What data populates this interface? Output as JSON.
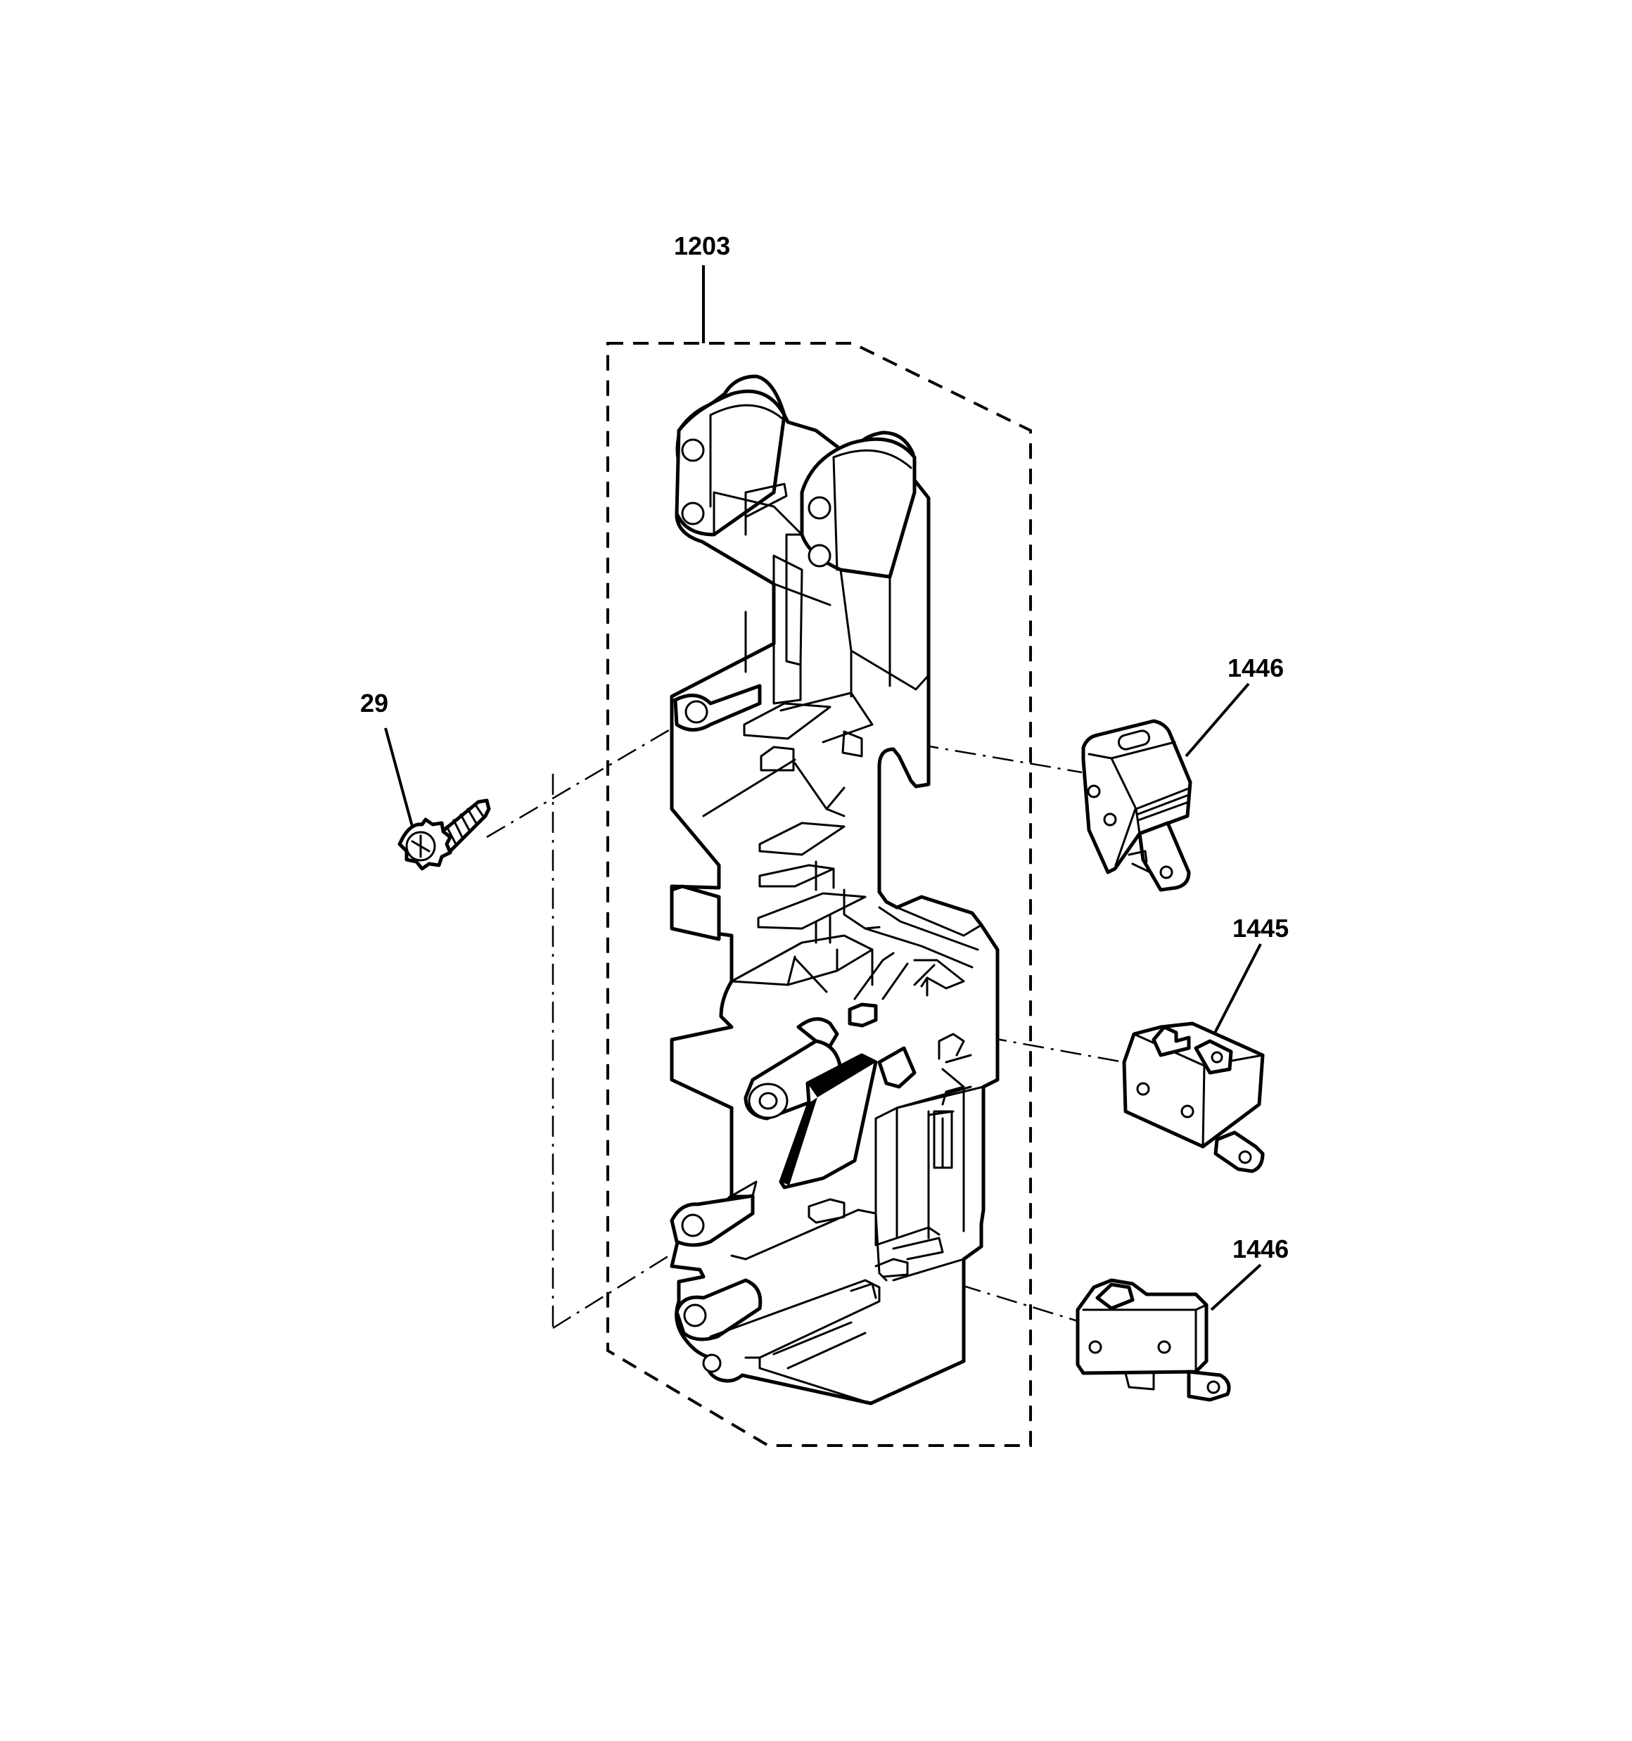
{
  "callouts": {
    "bracket": "1203",
    "screw": "29",
    "switch_top": "1446",
    "switch_middle": "1445",
    "switch_bottom": "1446"
  },
  "colors": {
    "line": "#000000",
    "background": "#ffffff"
  }
}
